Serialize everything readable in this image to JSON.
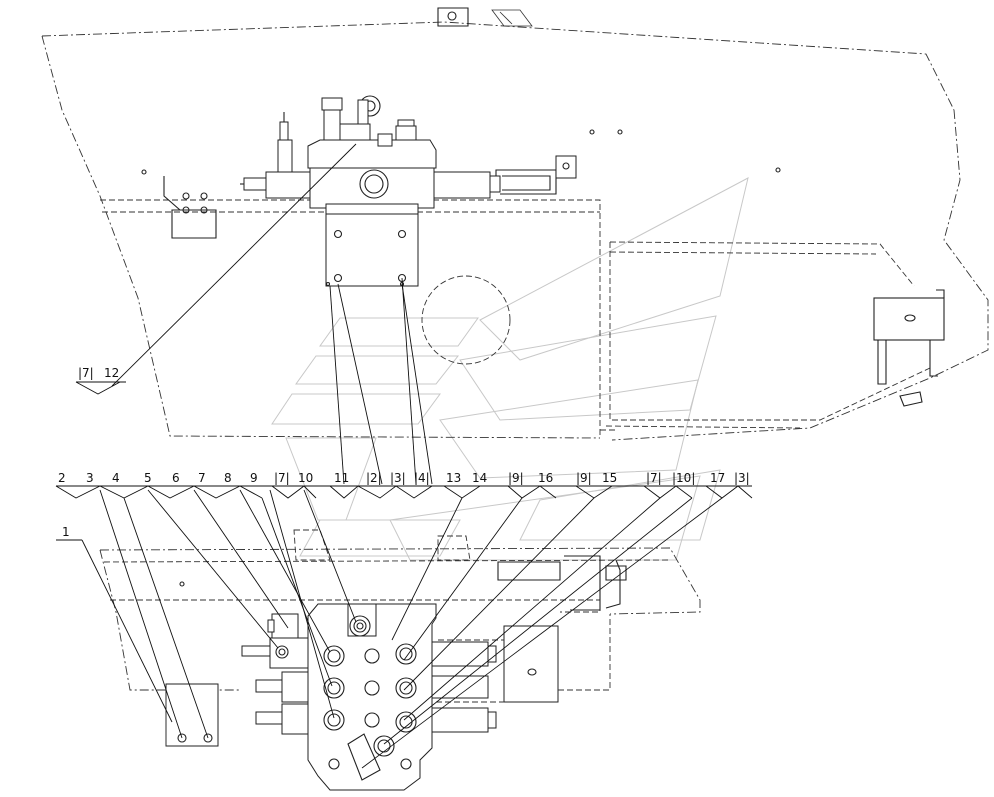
{
  "callouts": {
    "upper": [
      {
        "id": "c-upper-17",
        "text": "|7|"
      },
      {
        "id": "c-upper-12",
        "text": "12"
      }
    ],
    "lower": [
      {
        "id": "c-2",
        "text": "2"
      },
      {
        "id": "c-3",
        "text": "3"
      },
      {
        "id": "c-4",
        "text": "4"
      },
      {
        "id": "c-5",
        "text": "5"
      },
      {
        "id": "c-6",
        "text": "6"
      },
      {
        "id": "c-7",
        "text": "7"
      },
      {
        "id": "c-8",
        "text": "8"
      },
      {
        "id": "c-9",
        "text": "9"
      },
      {
        "id": "c-17a",
        "text": "|7|"
      },
      {
        "id": "c-10",
        "text": "10"
      },
      {
        "id": "c-11",
        "text": "11"
      },
      {
        "id": "c-12",
        "text": "|2|"
      },
      {
        "id": "c-13a",
        "text": "|3|"
      },
      {
        "id": "c-14a",
        "text": "|4|"
      },
      {
        "id": "c-13",
        "text": "13"
      },
      {
        "id": "c-14",
        "text": "14"
      },
      {
        "id": "c-19a",
        "text": "|9|"
      },
      {
        "id": "c-16",
        "text": "16"
      },
      {
        "id": "c-19b",
        "text": "|9|"
      },
      {
        "id": "c-15",
        "text": "15"
      },
      {
        "id": "c-17b",
        "text": "|7|"
      },
      {
        "id": "c-110",
        "text": "|10|"
      },
      {
        "id": "c-17",
        "text": "17"
      },
      {
        "id": "c-13b",
        "text": "|3|"
      }
    ],
    "item1": {
      "text": "1"
    }
  }
}
